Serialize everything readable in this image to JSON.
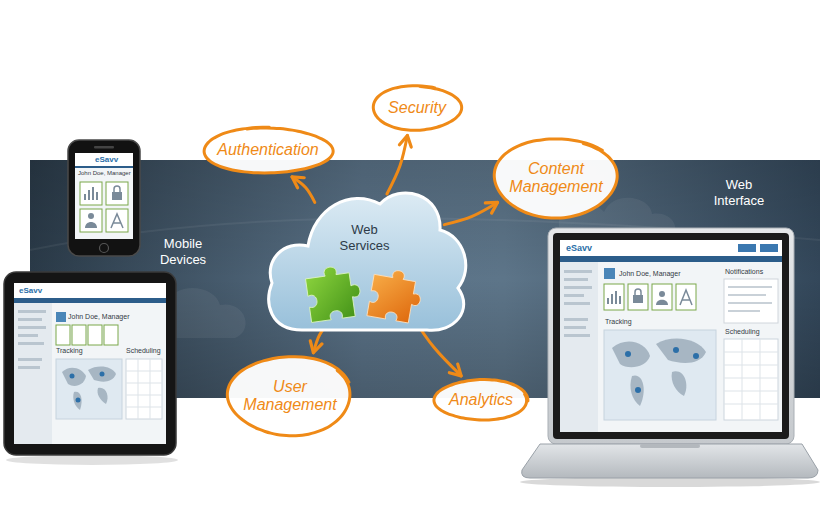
{
  "diagram": {
    "nodes": [
      {
        "text": [
          "Web Services"
        ]
      },
      {
        "text": [
          "Authentication"
        ]
      },
      {
        "text": [
          "Security"
        ]
      },
      {
        "text": [
          "Content Management"
        ]
      },
      {
        "text": [
          "User Management"
        ]
      },
      {
        "text": [
          "Analytics"
        ]
      }
    ],
    "edges": [
      {
        "from": 0,
        "to": 1,
        "arrow": "to"
      },
      {
        "from": 0,
        "to": 2,
        "arrow": "to"
      },
      {
        "from": 0,
        "to": 3,
        "arrow": "to"
      },
      {
        "from": 0,
        "to": 4,
        "arrow": "to"
      },
      {
        "from": 0,
        "to": 5,
        "arrow": "to"
      }
    ],
    "labels": [
      "Mobile Devices",
      "Web Interface",
      "eSavv",
      "John Doe, Manager",
      "eSavv",
      "John Doe, Manager",
      "Tracking",
      "Scheduling",
      "eSavv",
      "John Doe, Manager",
      "Notifications",
      "Tracking",
      "Scheduling"
    ]
  }
}
